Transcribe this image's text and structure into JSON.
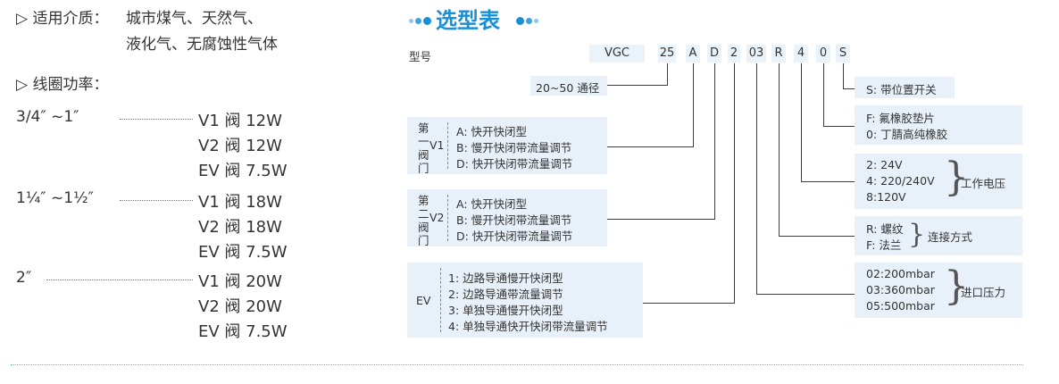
{
  "left": {
    "media_label": "▷ 适用介质：",
    "media_line1": "城市煤气、天然气、",
    "media_line2": "液化气、无腐蚀性气体",
    "coil_label": "▷ 线圈功率：",
    "groups": [
      {
        "size": "3/4″ ~1″",
        "specs": [
          "V1 阀 12W",
          "V2 阀 12W",
          "EV 阀 7.5W"
        ]
      },
      {
        "size": "1¼″ ~1½″",
        "specs": [
          "V1 阀 18W",
          "V2 阀 18W",
          "EV 阀 7.5W"
        ]
      },
      {
        "size": "2″",
        "specs": [
          "V1 阀 20W",
          "V2 阀 20W",
          "EV 阀 7.5W"
        ]
      }
    ]
  },
  "selection": {
    "title": "选型表",
    "model_label": "型号",
    "codes": [
      "VGC",
      "25",
      "A",
      "D",
      "2",
      "03",
      "R",
      "4",
      "0",
      "S"
    ],
    "bore": "20~50 通径",
    "v1": {
      "label1": "第",
      "label2": "一",
      "label3": "阀",
      "label4": "门",
      "name": "V1",
      "options": [
        "A: 快开快闭型",
        "B: 慢开快闭带流量调节",
        "D: 快开快闭带流量调节"
      ]
    },
    "v2": {
      "label1": "第",
      "label2": "二",
      "label3": "阀",
      "label4": "门",
      "name": "V2",
      "options": [
        "A: 快开快闭型",
        "B: 慢开快闭带流量调节",
        "D: 快开快闭带流量调节"
      ]
    },
    "ev": {
      "name": "EV",
      "options": [
        "1: 边路导通慢开快闭型",
        "2: 边路导通带流量调节",
        "3: 单独导通慢开快闭型",
        "4: 单独导通快开快闭带流量调节"
      ]
    },
    "switch": "S: 带位置开关",
    "gasket": [
      "F: 氟橡胶垫片",
      "0: 丁腈高纯橡胶"
    ],
    "voltage": {
      "options": [
        "2: 24V",
        "4: 220/240V",
        "8:120V"
      ],
      "label": "工作电压"
    },
    "connection": {
      "options": [
        "R: 螺纹",
        "F: 法兰"
      ],
      "label": "连接方式"
    },
    "pressure": {
      "options": [
        "02:200mbar",
        "03:360mbar",
        "05:500mbar"
      ],
      "label": "进口压力"
    },
    "colors": {
      "accent": "#1a8fd6",
      "box": "#e8f1f9"
    }
  }
}
